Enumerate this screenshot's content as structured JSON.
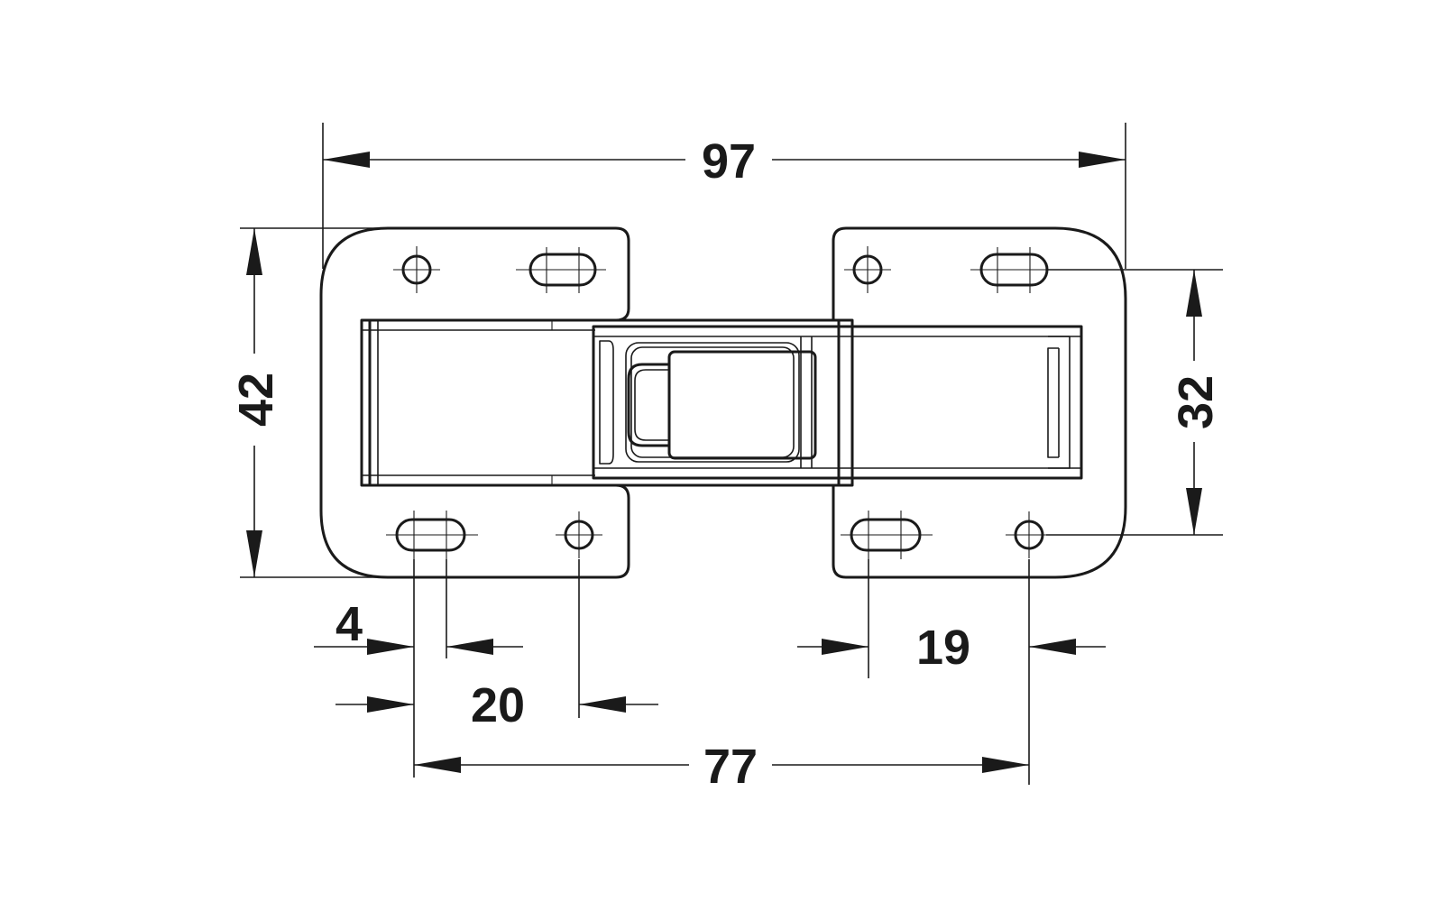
{
  "dimensions": {
    "overall_width": "97",
    "overall_height": "42",
    "slot_spacing_vertical": "32",
    "slot_width": "4",
    "left_hole_spacing": "20",
    "right_hole_spacing": "19",
    "outer_hole_spacing": "77"
  },
  "colors": {
    "line": "#1a1a1a",
    "background": "#ffffff"
  }
}
